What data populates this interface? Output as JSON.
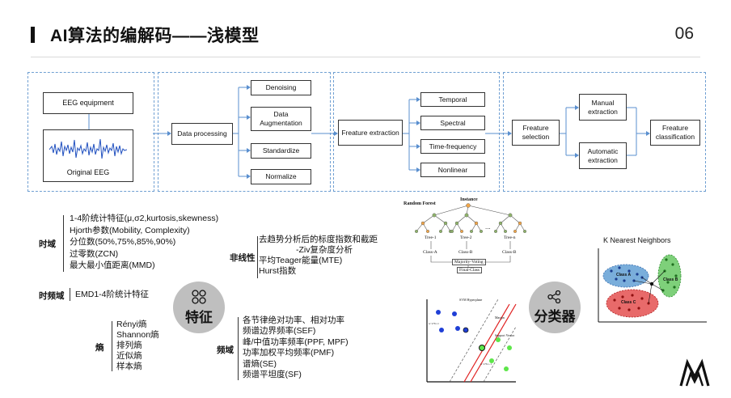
{
  "header": {
    "title": "AI算法的编解码——浅模型",
    "page_number": "06"
  },
  "pipeline": {
    "eeg_equipment": "EEG equipment",
    "original_eeg": "Original EEG",
    "data_processing": "Data processing",
    "processing_steps": [
      "Denoising",
      "Data Augmentation",
      "Standardize",
      "Normalize"
    ],
    "feature_extraction": "Freature extraction",
    "feature_types": [
      "Temporal",
      "Spectral",
      "Time-frequency",
      "Nonlinear"
    ],
    "feature_selection": "Freature selection",
    "extraction_methods": [
      "Manual extraction",
      "Automatic extraction"
    ],
    "feature_classification": "Freature classification"
  },
  "features": {
    "center_label": "特征",
    "time_domain": {
      "label": "时域",
      "items": [
        "1-4阶统计特征(μ,σ2,kurtosis,skewness)",
        "Hjorth参数(Mobility, Complexity)",
        "分位数(50%,75%,85%,90%)",
        "过零数(ZCN)",
        "最大最小值距离(MMD)"
      ]
    },
    "time_freq_domain": {
      "label": "时频域",
      "item": "EMD1-4阶统计特征"
    },
    "entropy": {
      "label": "熵",
      "items": [
        "Rényi熵",
        "Shannon熵",
        "排列熵",
        "近似熵",
        "样本熵"
      ]
    },
    "nonlinear": {
      "label": "非线性",
      "items": [
        "去趋势分析后的标度指数和截距",
        "-Ziv复杂度分析",
        "平均Teager能量(MTE)",
        "Hurst指数"
      ]
    },
    "freq_domain": {
      "label": "频域",
      "items": [
        "各节律绝对功率、相对功率",
        "频谱边界频率(SEF)",
        "峰/中值功率频率(PPF, MPF)",
        "功率加权平均频率(PMF)",
        "谱熵(SE)",
        "频谱平坦度(SF)"
      ]
    }
  },
  "classifier": {
    "label": "分类器",
    "random_forest": {
      "title": "Random Forest",
      "instance": "Instance",
      "trees": [
        "Tree-1",
        "Tree-2",
        "Tree-n"
      ],
      "ellipsis": "...",
      "classes": [
        "Class-A",
        "Class-B",
        "Class-B"
      ],
      "voting": "Majority-Voting",
      "final": "Final-Class"
    },
    "svm": {
      "hyperplane": "SVM Hyperplane",
      "margin": "Margin",
      "support_vector": "Support Vector",
      "eq1": "w·x+b=1",
      "eq2": "w·x+b=-1"
    },
    "knn": {
      "title": "K Nearest Neighbors",
      "classes": [
        "Class A",
        "Class B",
        "Class C"
      ]
    }
  },
  "colors": {
    "dashed_border": "#6f9fd2",
    "circle_bg": "#bfbfbf",
    "eeg_signal": "#1f4fbf",
    "svm_blue": "#1f3fd6",
    "svm_green": "#5ee64a",
    "svm_red": "#e02020",
    "knn_a": "#7aaedb",
    "knn_b": "#7ed07a",
    "knn_c": "#e86a6a"
  },
  "icons": [
    "share-icon",
    "dots-grid-icon",
    "brand-logo-icon"
  ]
}
